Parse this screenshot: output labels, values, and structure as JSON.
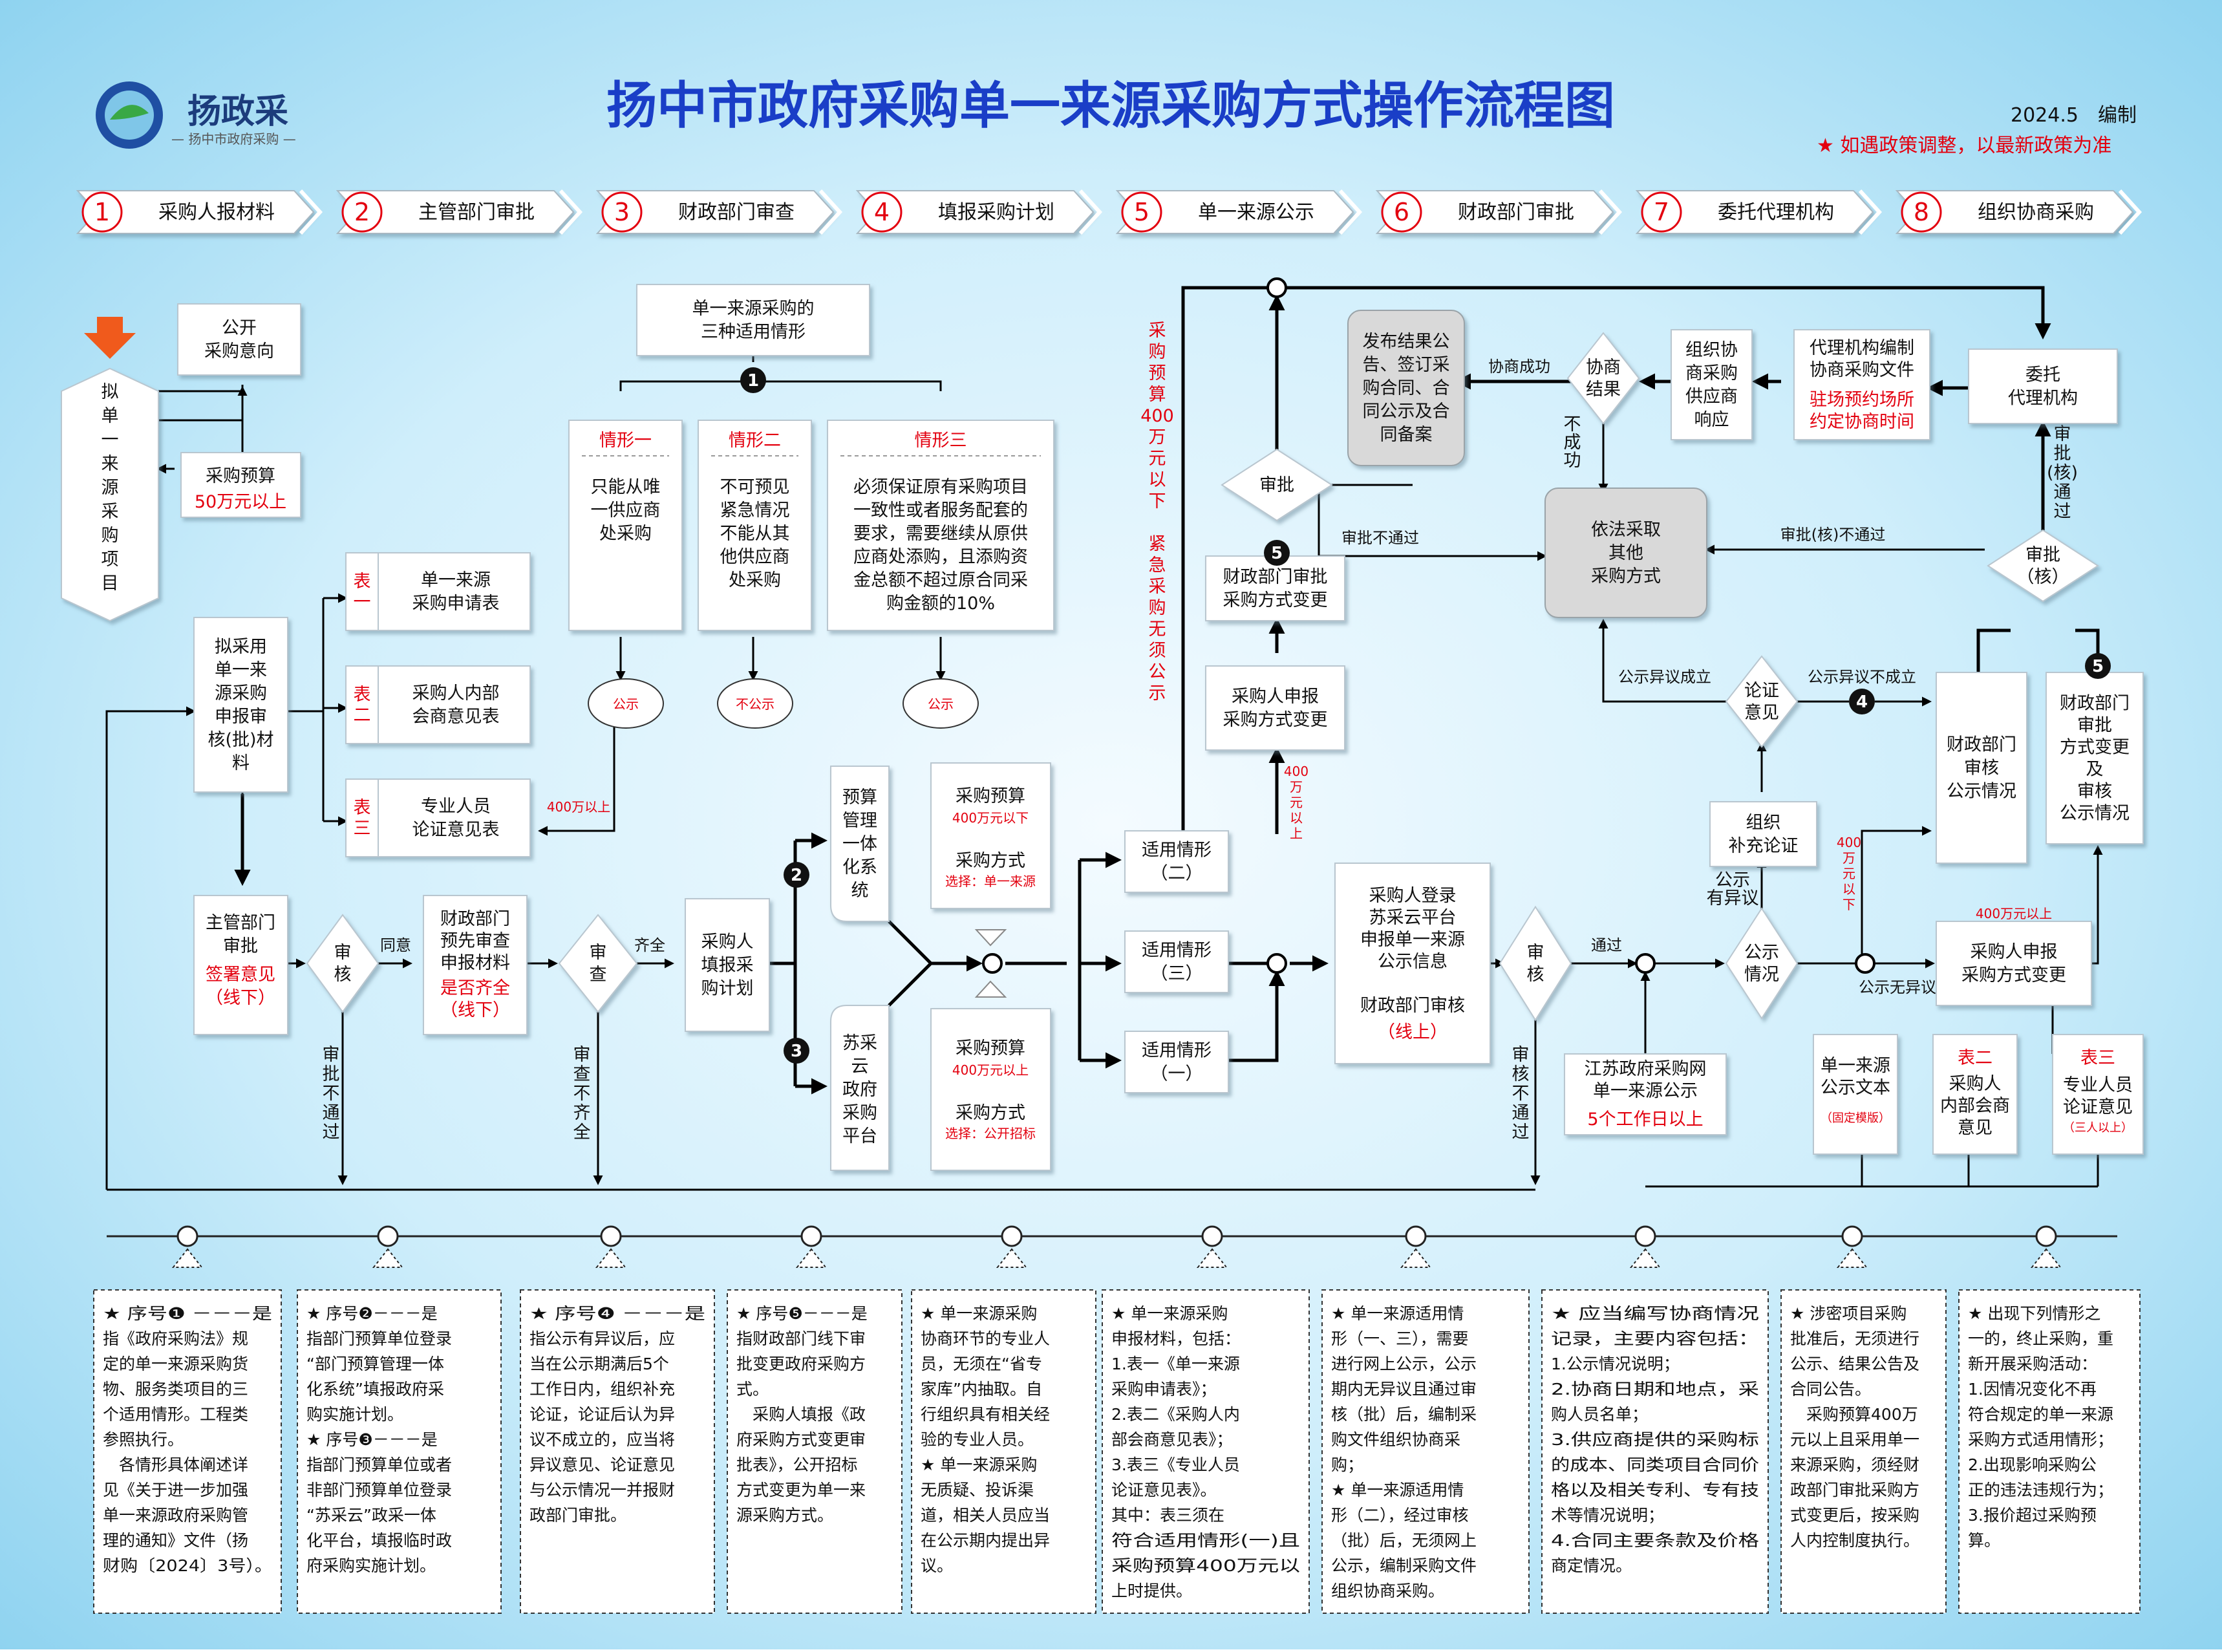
{
  "header": {
    "logo_text": "扬政采",
    "logo_sub": "— 扬中市政府采购 —",
    "title": "扬中市政府采购单一来源采购方式操作流程图",
    "date": "2024.5　编制",
    "policy_note": "★ 如遇政策调整，以最新政策为准"
  },
  "steps": [
    {
      "num": "1",
      "label": "采购人报材料"
    },
    {
      "num": "2",
      "label": "主管部门审批"
    },
    {
      "num": "3",
      "label": "财政部门审查"
    },
    {
      "num": "4",
      "label": "填报采购计划"
    },
    {
      "num": "5",
      "label": "单一来源公示"
    },
    {
      "num": "6",
      "label": "财政部门审批"
    },
    {
      "num": "7",
      "label": "委托代理机构"
    },
    {
      "num": "8",
      "label": "组织协商采购"
    }
  ],
  "flow": {
    "project": [
      "拟",
      "单",
      "一",
      "来",
      "源",
      "采",
      "购",
      "项",
      "目"
    ],
    "public_intent": [
      "公开",
      "采购意向"
    ],
    "budget_over": [
      "采购预算",
      "50万元以上"
    ],
    "prepare": [
      "拟采用",
      "单一来",
      "源采购",
      "申报审",
      "核(批)材",
      "料"
    ],
    "forms": [
      {
        "tag": [
          "表",
          "一"
        ],
        "text": [
          "单一来源",
          "采购申请表"
        ]
      },
      {
        "tag": [
          "表",
          "二"
        ],
        "text": [
          "采购人内部",
          "会商意见表"
        ]
      },
      {
        "tag": [
          "表",
          "三"
        ],
        "text": [
          "专业人员",
          "论证意见表"
        ]
      }
    ],
    "over400": "400万以上",
    "situations_title": [
      "单一来源采购的",
      "三种适用情形"
    ],
    "situations": [
      {
        "head": "情形一",
        "body": [
          "只能从唯",
          "一供应商",
          "处采购"
        ],
        "result": "公示"
      },
      {
        "head": "情形二",
        "body": [
          "不可预见",
          "紧急情况",
          "不能从其",
          "他供应商",
          "处采购"
        ],
        "result": "不公示"
      },
      {
        "head": "情形三",
        "body": [
          "必须保证原有采购项目",
          "一致性或者服务配套的",
          "要求，需要继续从原供",
          "应商处添购，且添购资",
          "金总额不超过原合同采",
          "购金额的10%"
        ],
        "result": "公示"
      }
    ],
    "dept_approve": [
      "主管部门",
      "审批"
    ],
    "dept_approve_red": [
      "签署意见",
      "（线下）"
    ],
    "review": "审核",
    "agree": "同意",
    "not_pass": [
      "审",
      "批",
      "不",
      "通",
      "过"
    ],
    "finance_pre": [
      "财政部门",
      "预先审查",
      "申报材料"
    ],
    "finance_pre_red": [
      "是否齐全",
      "（线下）"
    ],
    "check": "审查",
    "complete": "齐全",
    "incomplete": [
      "审",
      "查",
      "不",
      "齐",
      "全"
    ],
    "fill_plan": [
      "采购人",
      "填报采",
      "购计划"
    ],
    "budget_platform": [
      "预算",
      "管理",
      "一体",
      "化系",
      "统"
    ],
    "suzhou_platform": [
      "苏采",
      "云",
      "政府",
      "采购",
      "平台"
    ],
    "below400": {
      "l1": "采购预算",
      "l2": "400万元以下",
      "l3": "采购方式",
      "l4": "选择：单一来源"
    },
    "above400": {
      "l1": "采购预算",
      "l2": "400万元以上",
      "l3": "采购方式",
      "l4": "选择：公开招标"
    },
    "case2": [
      "适用情形",
      "（二）"
    ],
    "case3": [
      "适用情形",
      "（三）"
    ],
    "case1": [
      "适用情形",
      "（一）"
    ],
    "vertical_red": [
      "采",
      "购",
      "预",
      "算",
      "400",
      "万",
      "元",
      "以",
      "下",
      "",
      "紧",
      "急",
      "采",
      "购",
      "无",
      "须",
      "公",
      "示"
    ],
    "declare_change": [
      "采购人申报",
      "采购方式变更"
    ],
    "over400_v": [
      "400",
      "万",
      "元",
      "以",
      "上"
    ],
    "finance_approve": [
      "财政部门审批",
      "采购方式变更"
    ],
    "approve": "审批",
    "not_pass_h": "审批不通过",
    "login": [
      "采购人登录",
      "苏采云平台",
      "申报单一来源",
      "公示信息",
      "",
      "财政部门审核"
    ],
    "login_red": "（线上）",
    "audit": "审核",
    "pass": "通过",
    "audit_fail": [
      "审",
      "核",
      "不",
      "通",
      "过"
    ],
    "jiangsu": [
      "江苏政府采购网",
      "单一来源公示"
    ],
    "jiangsu_red": "5个工作日以上",
    "publicity": "公示情况",
    "has_objection": [
      "公示",
      "有异议"
    ],
    "no_objection": "公示无异议",
    "organize_demo": [
      "组织",
      "补充论证"
    ],
    "demo_opinion": [
      "论证",
      "意见"
    ],
    "objection_valid": "公示异议成立",
    "objection_invalid": "公示异议不成立",
    "finance_check": [
      "财政部门",
      "审核",
      "公示情况"
    ],
    "finance_change": [
      "财政部门",
      "审批",
      "方式变更",
      "及",
      "审核",
      "公示情况"
    ],
    "declare_change2": [
      "采购人申报",
      "采购方式变更"
    ],
    "over400_2": "400万元以上",
    "over400_v2": [
      "400",
      "万",
      "元",
      "以",
      "下"
    ],
    "doc1": {
      "l": [
        "单一来源",
        "公示文本"
      ],
      "s": "（固定模版）"
    },
    "doc2": {
      "h": "表二",
      "l": [
        "采购人",
        "内部会商",
        "意见"
      ]
    },
    "doc3": {
      "h": "表三",
      "l": [
        "专业人员",
        "论证意见"
      ],
      "s": "（三人以上）"
    },
    "approve_ok": "审批(核)不通过",
    "approve_core": [
      "审批",
      "（核）"
    ],
    "approve_pass_v": [
      "审",
      "批",
      "(核)",
      "通",
      "过"
    ],
    "entrust": [
      "委托",
      "代理机构"
    ],
    "agency_doc": [
      "代理机构编制",
      "协商采购文件"
    ],
    "agency_red": [
      "驻场预约场所",
      "约定协商时间"
    ],
    "organize_resp": [
      "组织协",
      "商采购",
      "供应商",
      "响应"
    ],
    "nego_result": [
      "协商",
      "结果"
    ],
    "nego_success": "协商成功",
    "nego_fail": [
      "不",
      "成",
      "功"
    ],
    "publish": [
      "发布结果公",
      "告、签订采",
      "购合同、合",
      "同公示及合",
      "同备案"
    ],
    "other_method": [
      "依法采取",
      "其他",
      "采购方式"
    ]
  },
  "notes": [
    {
      "lines": [
        "★ 序号❶ －－－是",
        "指《政府采购法》规",
        "定的单一来源采购货",
        "物、服务类项目的三",
        "个适用情形。工程类",
        "参照执行。",
        "　各情形具体阐述详",
        "见《关于进一步加强",
        "单一来源政府采购管",
        "理的通知》文件（扬",
        "财购〔2024〕3号）。"
      ]
    },
    {
      "lines": [
        "★ 序号❷－－－是",
        "指部门预算单位登录",
        "“部门预算管理一体",
        "化系统”填报政府采",
        "购实施计划。",
        "★ 序号❸－－－是",
        "指部门预算单位或者",
        "非部门预算单位登录",
        "“苏采云”政采一体",
        "化平台，填报临时政",
        "府采购实施计划。"
      ]
    },
    {
      "lines": [
        "★ 序号❹ －－－是",
        "指公示有异议后，应",
        "当在公示期满后5个",
        "工作日内，组织补充",
        "论证，论证后认为异",
        "议不成立的，应当将",
        "异议意见、论证意见",
        "与公示情况一并报财",
        "政部门审批。"
      ]
    },
    {
      "lines": [
        "★ 序号❺－－－是",
        "指财政部门线下审",
        "批变更政府采购方",
        "式。",
        "　采购人填报《政",
        "府采购方式变更审",
        "批表》，公开招标",
        "方式变更为单一来",
        "源采购方式。"
      ]
    },
    {
      "lines": [
        "★ 单一来源采购",
        "协商环节的专业人",
        "员，无须在“省专",
        "家库”内抽取。自",
        "行组织具有相关经",
        "验的专业人员。",
        "★ 单一来源采购",
        "无质疑、投诉渠",
        "道，相关人员应当",
        "在公示期内提出异",
        "议。"
      ]
    },
    {
      "lines": [
        "★ 单一来源采购",
        "申报材料，包括：",
        "1.表一《单一来源",
        "采购申请表》；",
        "2.表二《采购人内",
        "部会商意见表》；",
        "3.表三《专业人员",
        "论证意见表》。",
        "其中：表三须在",
        "符合适用情形(一)且",
        "采购预算400万元以",
        "上时提供。"
      ]
    },
    {
      "lines": [
        "★ 单一来源适用情",
        "形（一、三），需要",
        "进行网上公示，公示",
        "期内无异议且通过审",
        "核（批）后，编制采",
        "购文件组织协商采",
        "购；",
        "★ 单一来源适用情",
        "形（二），经过审核",
        "（批）后，无须网上",
        "公示，编制采购文件",
        "组织协商采购。"
      ]
    },
    {
      "lines": [
        "★ 应当编写协商情况",
        "记录，主要内容包括：",
        "1.公示情况说明；",
        "2.协商日期和地点，采",
        "购人员名单；",
        "3.供应商提供的采购标",
        "的成本、同类项目合同价",
        "格以及相关专利、专有技",
        "术等情况说明；",
        "4.合同主要条款及价格",
        "商定情况。"
      ]
    },
    {
      "lines": [
        "★ 涉密项目采购",
        "批准后，无须进行",
        "公示、结果公告及",
        "合同公告。",
        "　采购预算400万",
        "元以上且采用单一",
        "来源采购，须经财",
        "政部门审批采购方",
        "式变更后，按采购",
        "人内控制度执行。"
      ]
    },
    {
      "lines": [
        "★ 出现下列情形之",
        "一的，终止采购，重",
        "新开展采购活动：",
        "1.因情况变化不再",
        "符合规定的单一来源",
        "采购方式适用情形；",
        "2.出现影响采购公",
        "正的违法违规行为；",
        "3.报价超过采购预",
        "算。"
      ]
    }
  ]
}
